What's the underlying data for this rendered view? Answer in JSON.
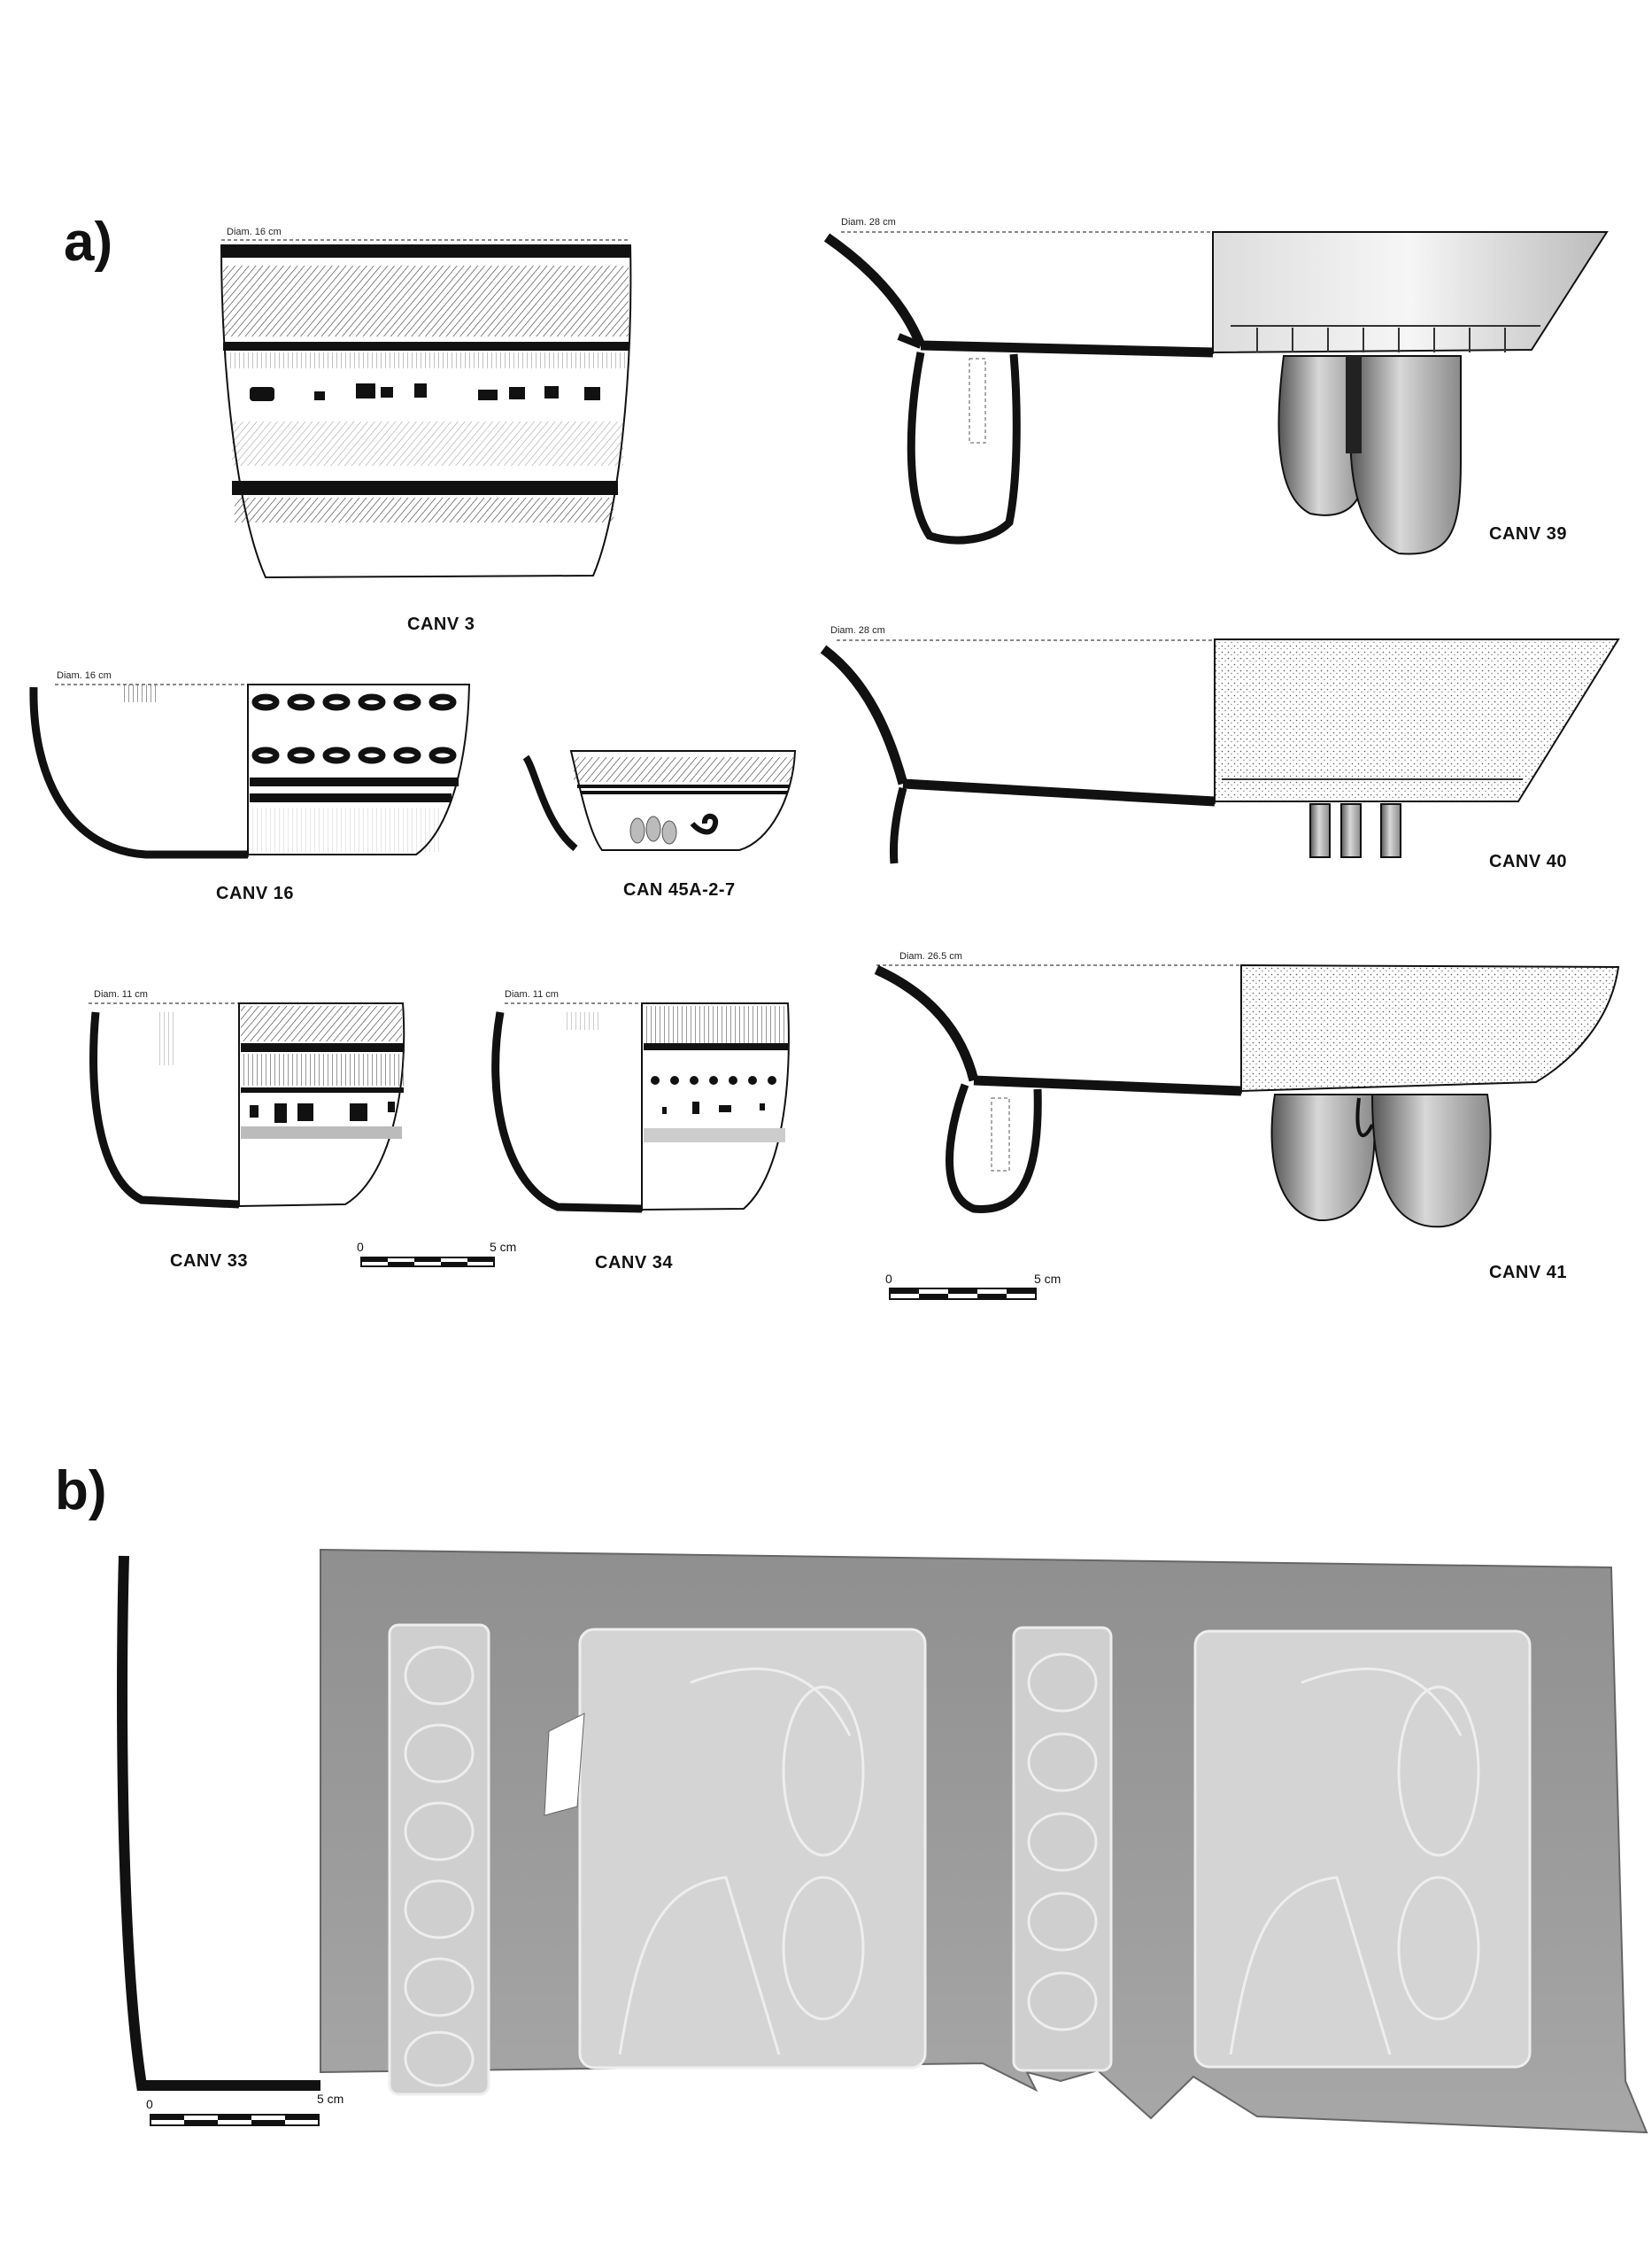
{
  "panels": {
    "a": "a)",
    "b": "b)"
  },
  "vessels": {
    "canv3": {
      "label": "CANV 3",
      "diam": "Diam. 16 cm"
    },
    "canv16": {
      "label": "CANV 16",
      "diam": "Diam. 16 cm"
    },
    "can45a": {
      "label": "CAN 45A-2-7"
    },
    "canv33": {
      "label": "CANV 33",
      "diam": "Diam. 11 cm"
    },
    "canv34": {
      "label": "CANV 34",
      "diam": "Diam. 11 cm"
    },
    "canv39": {
      "label": "CANV 39",
      "diam": "Diam. 28 cm"
    },
    "canv40": {
      "label": "CANV 40",
      "diam": "Diam. 28 cm"
    },
    "canv41": {
      "label": "CANV 41",
      "diam": "Diam. 26.5 cm"
    }
  },
  "scalebars": {
    "a_left": {
      "zero": "0",
      "end": "5 cm"
    },
    "a_right": {
      "zero": "0",
      "end": "5 cm"
    },
    "b": {
      "zero": "0",
      "end": "5 cm"
    }
  },
  "colors": {
    "ink": "#111111",
    "carving": "#9a9a9a",
    "paper": "#ffffff"
  }
}
